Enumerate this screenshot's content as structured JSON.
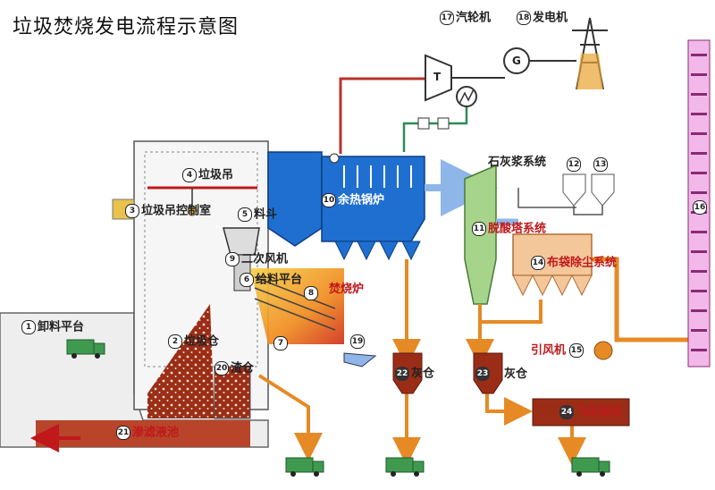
{
  "title": "垃圾焚烧发电流程示意图",
  "components": {
    "unloading_platform": {
      "num": "1",
      "label": "卸料平台"
    },
    "waste_bunker": {
      "num": "2",
      "label": "垃圾仓"
    },
    "crane_control_room": {
      "num": "3",
      "label": "垃圾吊控制室"
    },
    "waste_crane": {
      "num": "4",
      "label": "垃圾吊"
    },
    "feed_hopper": {
      "num": "5",
      "label": "料斗"
    },
    "feed_platform": {
      "num": "6",
      "label": "给料平台"
    },
    "item_7": {
      "num": "7",
      "label": ""
    },
    "item_8": {
      "num": "8",
      "label": ""
    },
    "secondary_fan": {
      "num": "9",
      "label": "二次风机"
    },
    "incinerator": {
      "label": "焚烧炉"
    },
    "waste_heat_boiler": {
      "num": "10",
      "label": "余热锅炉"
    },
    "deacid_tower": {
      "num": "11",
      "label": "脱酸塔系统"
    },
    "item_12": {
      "num": "12",
      "label": ""
    },
    "item_13": {
      "num": "13",
      "label": ""
    },
    "lime_slurry": {
      "label": "石灰浆系统"
    },
    "bag_filter": {
      "num": "14",
      "label": "布袋除尘系统"
    },
    "induced_fan": {
      "num": "15",
      "label": "引风机"
    },
    "chimney": {
      "num": "16",
      "label": ""
    },
    "turbine": {
      "num": "17",
      "label": "汽轮机",
      "symbol": "T"
    },
    "generator": {
      "num": "18",
      "label": "发电机",
      "symbol": "G"
    },
    "item_19": {
      "num": "19",
      "label": ""
    },
    "slag_bunker": {
      "num": "20",
      "label": "渣仓"
    },
    "leachate": {
      "num": "21",
      "label": "渗滤液池"
    },
    "ash_silo_1": {
      "num": "22",
      "label": "灰仓"
    },
    "ash_silo_2": {
      "num": "23",
      "label": "灰仓"
    },
    "fly_ash_solid": {
      "num": "24",
      "label": "飞灰固化"
    }
  },
  "colors": {
    "boiler_blue": "#1f6fd1",
    "steam_red": "#b8322a",
    "water_green": "#2e8b57",
    "flow_orange": "#e58a25",
    "flue_blue": "#8fb6e8",
    "tower_green": "#a6d48a",
    "filter_orange": "#f4c79a",
    "chimney_pink": "#f2b8ea",
    "chimney_band": "#8a2a74",
    "pit_brown": "#9b2d17",
    "truck_green": "#3f9a4f"
  }
}
